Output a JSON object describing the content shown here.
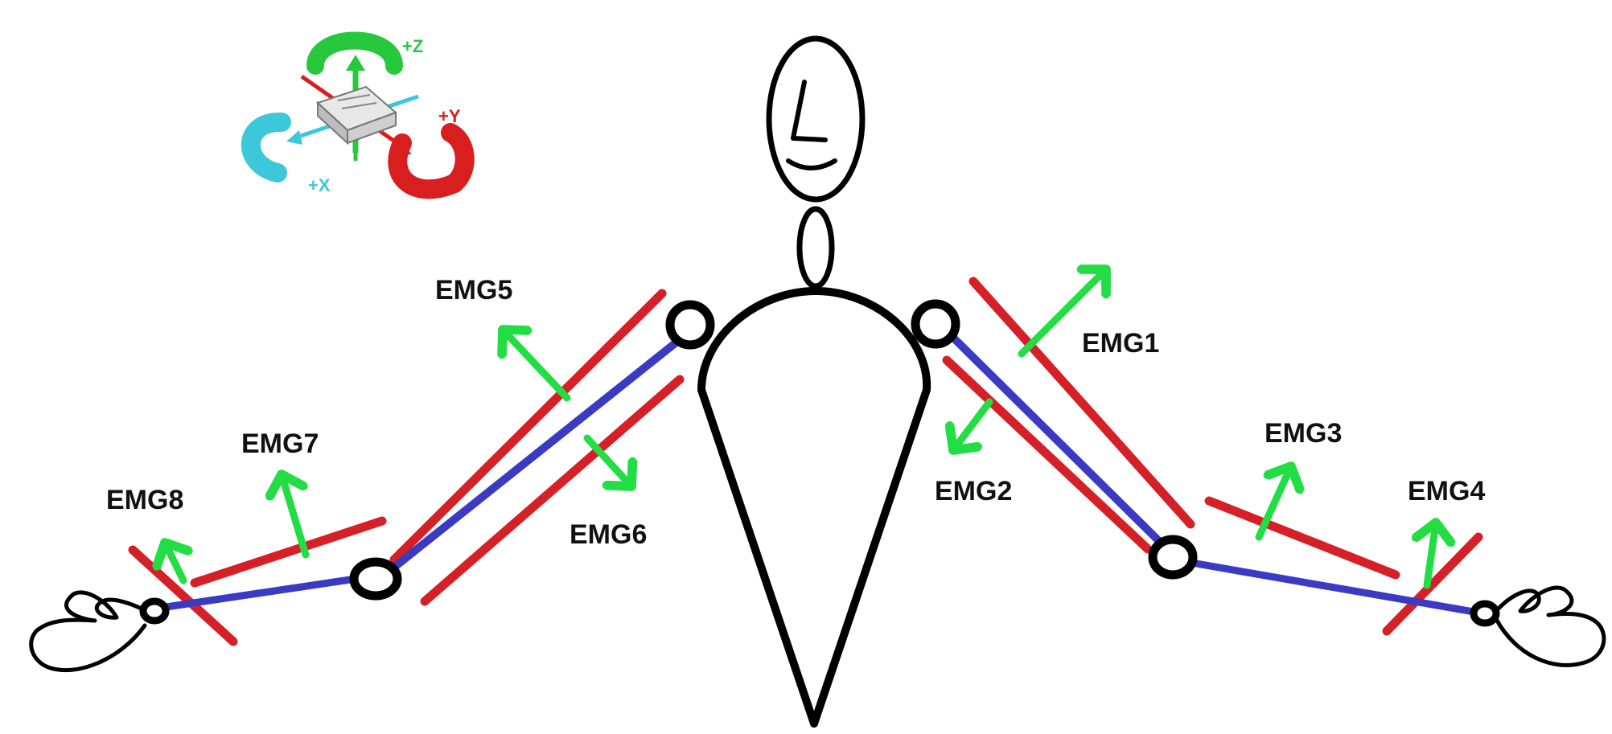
{
  "colors": {
    "muscle": "#d62027",
    "bone": "#3a3ac2",
    "vector": "#22dd44",
    "axis_x": "#3cc8d8",
    "axis_y": "#d81e1e",
    "axis_z": "#28c83c",
    "ink": "#000000"
  },
  "axes": {
    "z_label": "+Z",
    "y_label": "+Y",
    "x_label": "+X"
  },
  "sensors": [
    {
      "id": "emg1",
      "label": "EMG1"
    },
    {
      "id": "emg2",
      "label": "EMG2"
    },
    {
      "id": "emg3",
      "label": "EMG3"
    },
    {
      "id": "emg4",
      "label": "EMG4"
    },
    {
      "id": "emg5",
      "label": "EMG5"
    },
    {
      "id": "emg6",
      "label": "EMG6"
    },
    {
      "id": "emg7",
      "label": "EMG7"
    },
    {
      "id": "emg8",
      "label": "EMG8"
    }
  ]
}
